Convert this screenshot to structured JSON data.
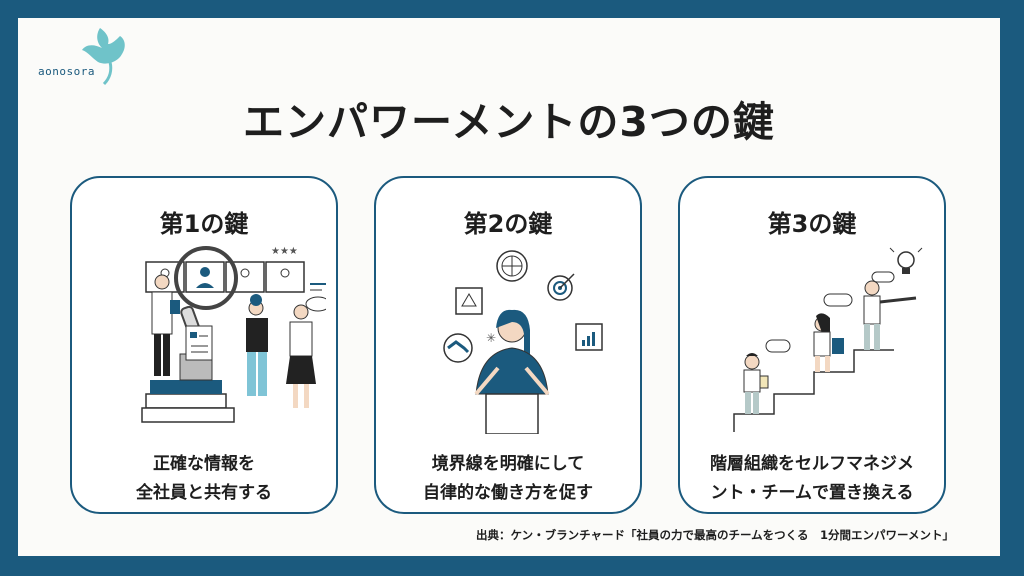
{
  "logo": {
    "text": "aonosora"
  },
  "title": "エンパワーメントの3つの鍵",
  "cards": [
    {
      "heading": "第1の鍵",
      "lines": [
        "正確な情報を",
        "全社員と共有する"
      ]
    },
    {
      "heading": "第2の鍵",
      "lines": [
        "境界線を明確にして",
        "自律的な働き方を促す"
      ]
    },
    {
      "heading": "第3の鍵",
      "lines": [
        "階層組織をセルフマネジメ",
        "ント・チームで置き換える"
      ]
    }
  ],
  "source": "出典：ケン・ブランチャード「社員の力で最高のチームをつくる　1分間エンパワーメント」",
  "colors": {
    "frame": "#1b5a7e",
    "accent": "#6fc3c9",
    "text": "#1e1e1e"
  }
}
